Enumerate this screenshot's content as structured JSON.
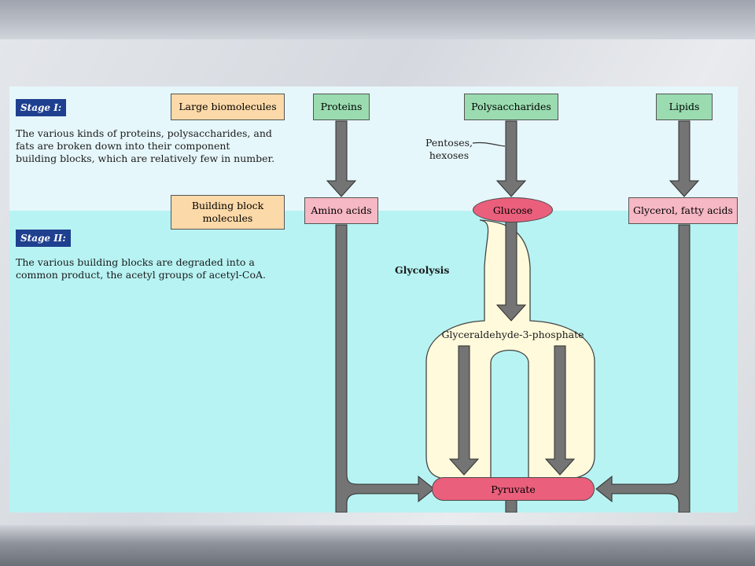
{
  "stage1": {
    "badge": "Stage I:",
    "description": [
      "The various kinds of proteins, polysaccharides, and",
      "fats are broken down into their component",
      "building blocks, which are relatively few in number."
    ]
  },
  "stage2": {
    "badge": "Stage II:",
    "description": [
      "The various building blocks are degraded into a",
      "common product, the acetyl groups of acetyl-CoA."
    ]
  },
  "levels": {
    "large": "Large biomolecules",
    "building": [
      "Building block",
      "molecules"
    ]
  },
  "nodes": {
    "proteins": "Proteins",
    "polysaccharides": "Polysaccharides",
    "lipids": "Lipids",
    "amino_acids": "Amino acids",
    "glucose": "Glucose",
    "glycerol": "Glycerol, fatty acids",
    "g3p": "Glyceraldehyde-3-phosphate",
    "pyruvate": "Pyruvate"
  },
  "labels": {
    "pentoses": [
      "Pentoses,",
      "hexoses"
    ],
    "glycolysis": "Glycolysis"
  },
  "colors": {
    "stage1_bg": "#e6f7fb",
    "stage2_bg": "#b8f3f3",
    "badge": "#1f3f8f",
    "arrow": "#747474",
    "glycolysis_region": "#fefadb"
  }
}
